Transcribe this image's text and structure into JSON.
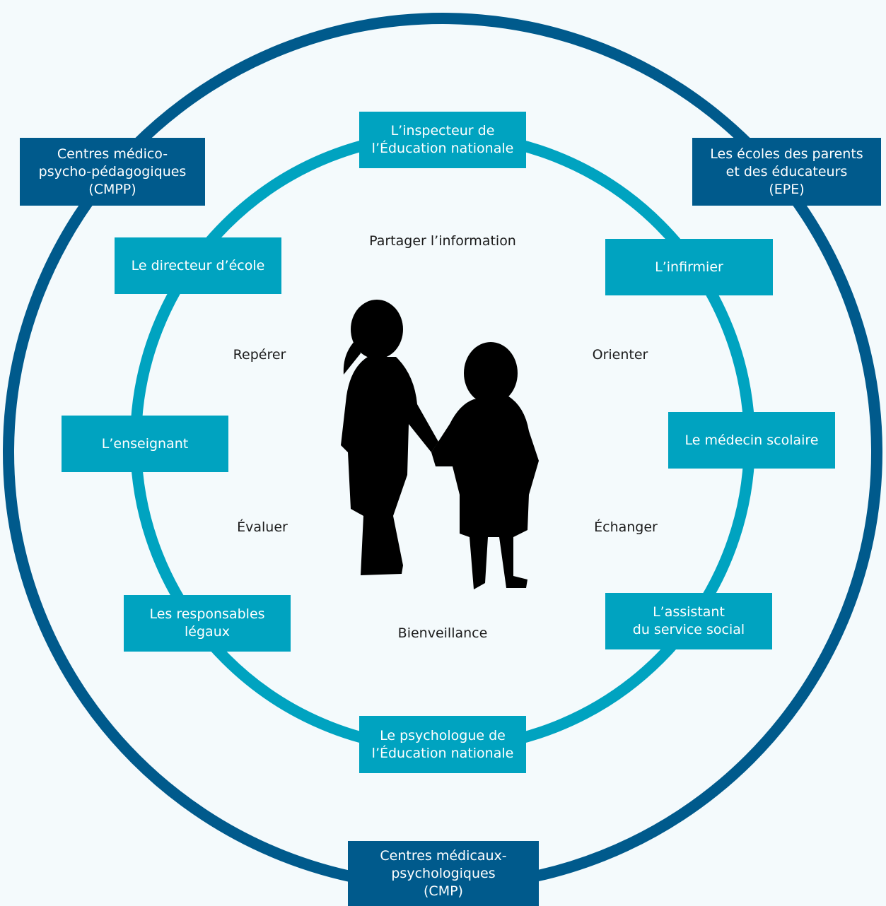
{
  "colors": {
    "background": "#f4fafc",
    "outer_ring": "#005a8c",
    "inner_ring": "#00a3c0",
    "text_dark": "#1b1b1b",
    "silhouette": "#000000"
  },
  "outer_nodes": {
    "cmpp": "Centres médico-\npsycho-pédagogiques\n(CMPP)",
    "epe": "Les écoles des parents\net des éducateurs\n(EPE)",
    "cmp": "Centres médicaux-\npsychologiques\n(CMP)"
  },
  "inner_nodes": {
    "inspecteur": "L’inspecteur de\nl’Éducation nationale",
    "directeur": "Le directeur d’école",
    "infirmier": "L’infirmier",
    "enseignant": "L’enseignant",
    "medecin": "Le médecin scolaire",
    "responsables": "Les responsables\nlégaux",
    "assistant": "L’assistant\ndu service social",
    "psychologue": "Le psychologue de\nl’Éducation nationale"
  },
  "actions": {
    "partager": "Partager l’information",
    "reperer": "Repérer",
    "orienter": "Orienter",
    "evaluer": "Évaluer",
    "echanger": "Échanger",
    "bienveillance": "Bienveillance"
  },
  "center_image": "two-children-holding-hands-silhouette"
}
